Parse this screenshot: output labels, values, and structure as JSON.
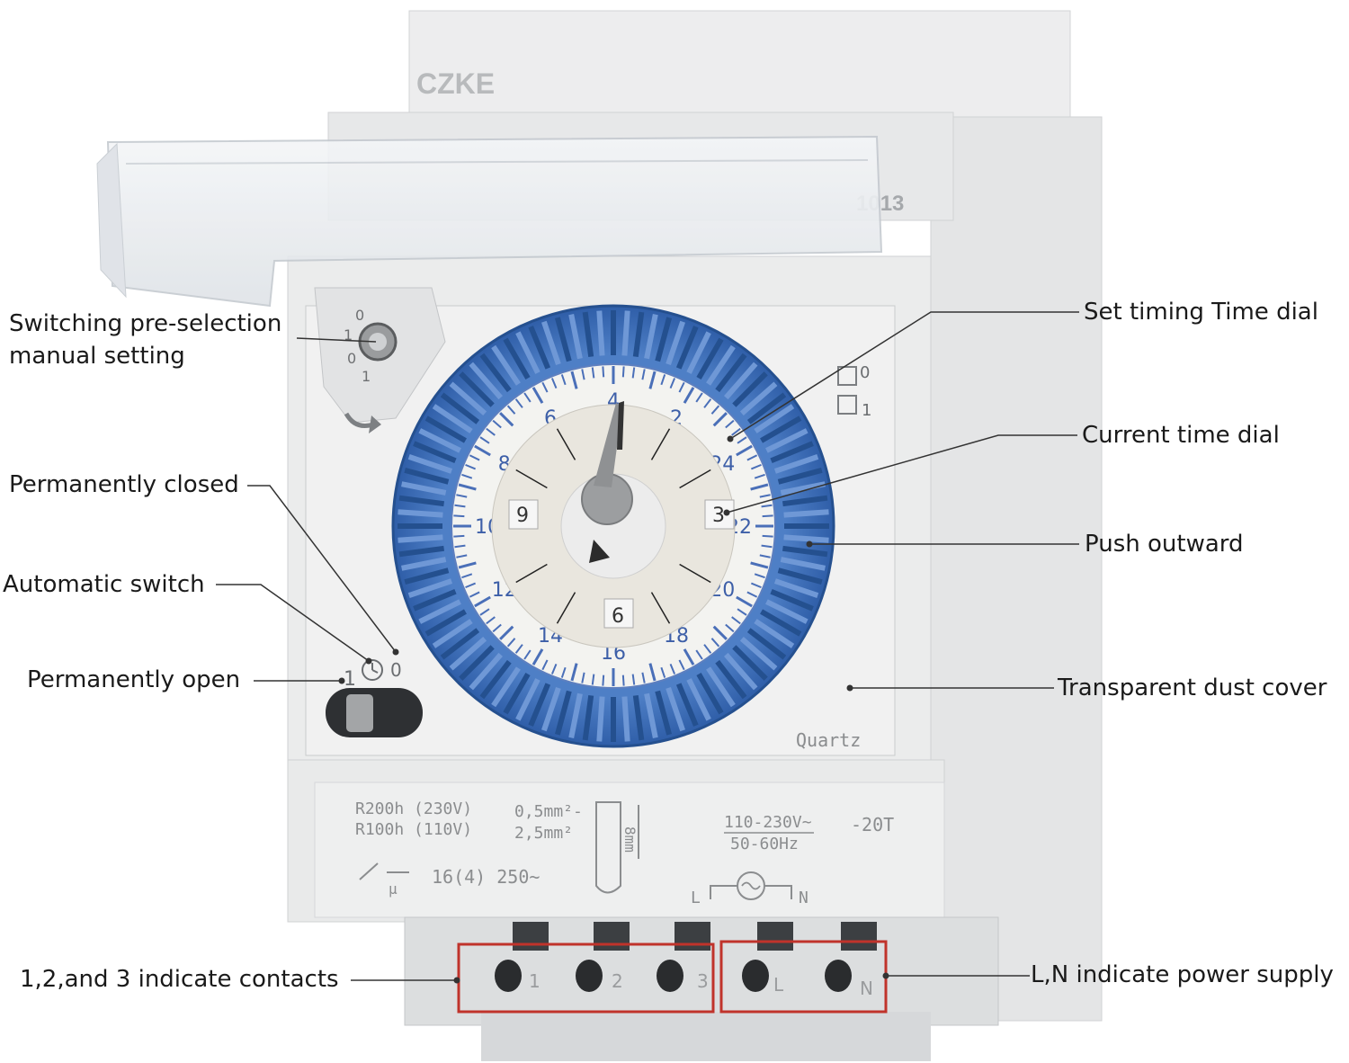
{
  "brand": "CZKE",
  "model_fragment": "1013",
  "callouts": {
    "switching_pre_selection": "Switching pre-selection manual setting",
    "permanently_closed": "Permanently closed",
    "automatic_switch": "Automatic switch",
    "permanently_open": "Permanently open",
    "contacts": "1,2,and 3 indicate contacts",
    "set_timing": "Set timing Time dial",
    "current_time": "Current time dial",
    "push_outward": "Push outward",
    "dust_cover": "Transparent dust cover",
    "power_supply": "L,N indicate power supply"
  },
  "dial": {
    "outer_numbers": [
      "2",
      "4",
      "6",
      "8",
      "10",
      "12",
      "14",
      "16",
      "18",
      "20",
      "22",
      "24"
    ],
    "inner_numbers": [
      "9",
      "3",
      "6"
    ],
    "label": "Quartz"
  },
  "side_switch": {
    "labels": [
      "0",
      "1",
      "0",
      "1"
    ]
  },
  "cover_indicator": [
    "0",
    "1"
  ],
  "mode_switch": {
    "one": "1",
    "zero": "0"
  },
  "specs": {
    "r200": "R200h (230V)",
    "r100": "R100h (110V)",
    "wire1": "0,5mm²-",
    "wire2": "2,5mm²",
    "strip": "8mm",
    "voltage": "110-230V~",
    "freq": "50-60Hz",
    "temp": "-20T",
    "rating": "16(4) 250~",
    "mu": "μ",
    "l": "L",
    "n": "N"
  },
  "terminals": [
    "1",
    "2",
    "3",
    "L",
    "N"
  ],
  "colors": {
    "dial_blue": "#3f6fb8",
    "highlight_red": "#c0332b",
    "housing": "#eceded"
  }
}
